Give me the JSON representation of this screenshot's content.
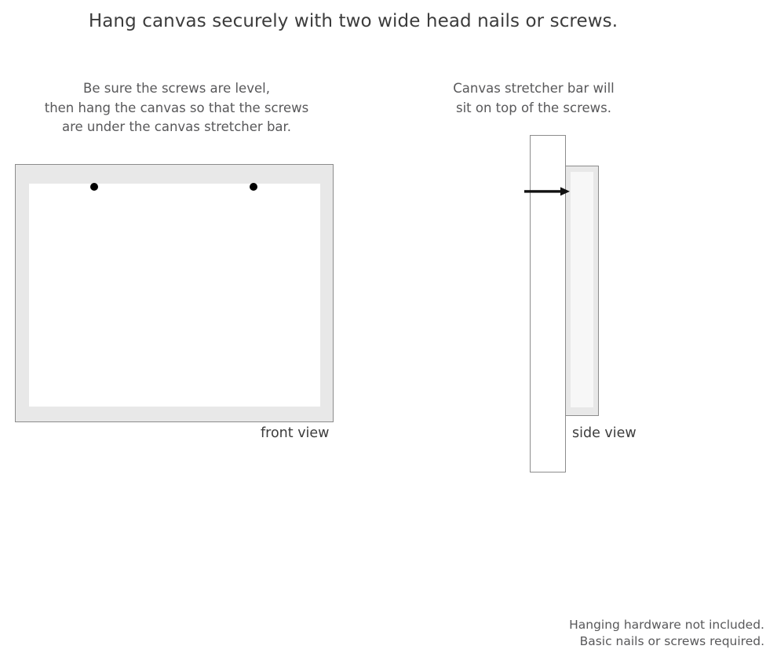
{
  "title": "Hang canvas securely with two wide head nails or screws.",
  "instructions": {
    "left": [
      "Be sure the screws are level,",
      "then hang the canvas so that the screws",
      "are under the canvas stretcher bar."
    ],
    "right": [
      "Canvas stretcher bar will",
      "sit on top of the screws."
    ]
  },
  "labels": {
    "front_view": "front view",
    "side_view": "side view"
  },
  "footer": [
    "Hanging hardware not included.",
    "Basic nails or screws required."
  ],
  "colors": {
    "frame_fill": "#e8e8e8",
    "frame_border": "#8c8c8c",
    "canvas_white": "#ffffff",
    "screw_dot": "#000000",
    "nail": "#111111",
    "text": "#58585a",
    "title_text": "#3c3c3c"
  },
  "diagram": {
    "front_view": {
      "screw_count": 2,
      "screw_positions": [
        "left",
        "right"
      ]
    },
    "side_view": {
      "parts": [
        "wall",
        "stretcher-bar",
        "nail"
      ]
    }
  }
}
